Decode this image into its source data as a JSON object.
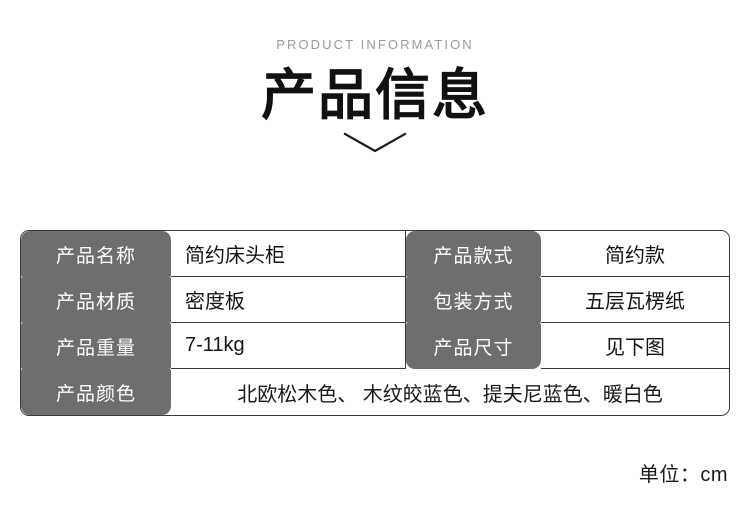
{
  "header": {
    "eyebrow": "PRODUCT INFORMATION",
    "title": "产品信息",
    "chevron_icon": "chevron-down-icon",
    "eyebrow_color": "#9a9a9a",
    "title_color": "#111111"
  },
  "table": {
    "label_bg_color": "#6e6e6e",
    "label_text_color": "#ffffff",
    "border_color": "#3a3a3a",
    "rows": [
      {
        "label_left": "产品名称",
        "value_left": "简约床头柜",
        "label_right": "产品款式",
        "value_right": "简约款"
      },
      {
        "label_left": "产品材质",
        "value_left": "密度板",
        "label_right": "包装方式",
        "value_right": "五层瓦楞纸"
      },
      {
        "label_left": "产品重量",
        "value_left": "7-11kg",
        "label_right": "产品尺寸",
        "value_right": "见下图"
      }
    ],
    "last_row": {
      "label": "产品颜色",
      "value": "北欧松木色、 木纹皎蓝色、提夫尼蓝色、暖白色"
    }
  },
  "footer": {
    "unit_note": "单位：cm"
  }
}
